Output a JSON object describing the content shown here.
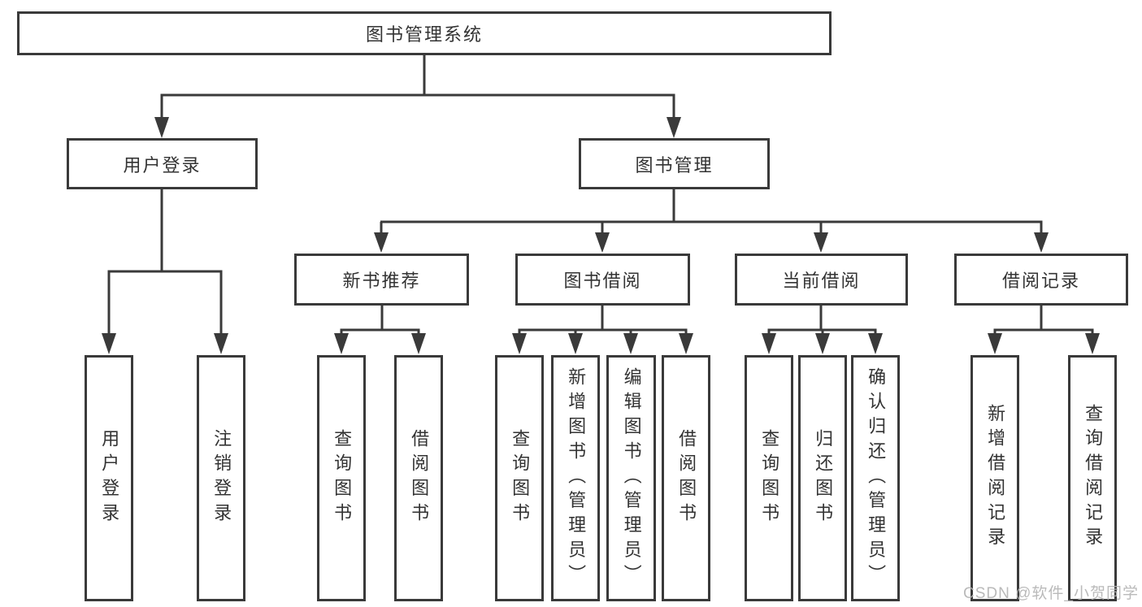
{
  "diagram": {
    "root": "图书管理系统",
    "branches": [
      {
        "label": "用户登录",
        "leaves": [
          "用户登录",
          "注销登录"
        ]
      },
      {
        "label": "图书管理",
        "sections": [
          {
            "label": "新书推荐",
            "leaves": [
              "查询图书",
              "借阅图书"
            ]
          },
          {
            "label": "图书借阅",
            "leaves": [
              "查询图书",
              "新增图书（管理员）",
              "编辑图书（管理员）",
              "借阅图书"
            ]
          },
          {
            "label": "当前借阅",
            "leaves": [
              "查询图书",
              "归还图书",
              "确认归还（管理员）"
            ]
          },
          {
            "label": "借阅记录",
            "leaves": [
              "新增借阅记录",
              "查询借阅记录"
            ]
          }
        ]
      }
    ]
  },
  "watermark": "CSDN @软件_小贺同学",
  "colors": {
    "line": "#3a3a3a",
    "text": "#333333",
    "watermark": "#b3b3b3",
    "background": "#ffffff"
  }
}
